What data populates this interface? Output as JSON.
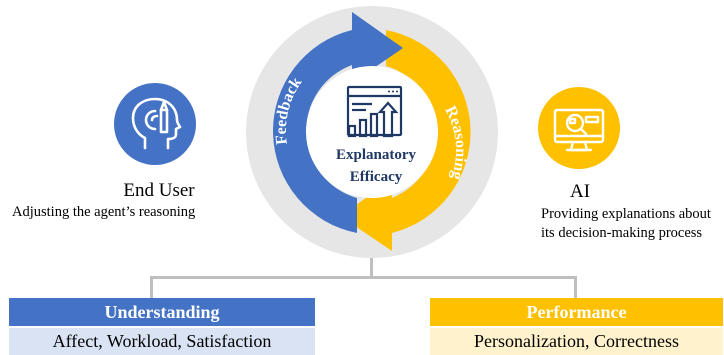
{
  "cycle": {
    "center_title_line1": "Explanatory",
    "center_title_line2": "Efficacy",
    "left_arc_label": "Feedback",
    "right_arc_label": "Reasoning"
  },
  "end_user": {
    "title": "End User",
    "description": "Adjusting the agent’s reasoning",
    "icon": "head-with-pencil-icon"
  },
  "ai": {
    "title": "AI",
    "description_line1": "Providing explanations about",
    "description_line2": "its decision-making process",
    "icon": "monitor-magnifier-icon"
  },
  "understanding": {
    "title": "Understanding",
    "items": "Affect, Workload, Satisfaction"
  },
  "performance": {
    "title": "Performance",
    "items": "Personalization, Correctness"
  },
  "colors": {
    "blue": "#4472c4",
    "yellow": "#ffc000",
    "navy": "#1f3864",
    "light_blue": "#dae3f3",
    "light_yellow": "#fff2cc",
    "ring_grey": "#e6e6e6",
    "connector_grey": "#bfbfbf"
  }
}
